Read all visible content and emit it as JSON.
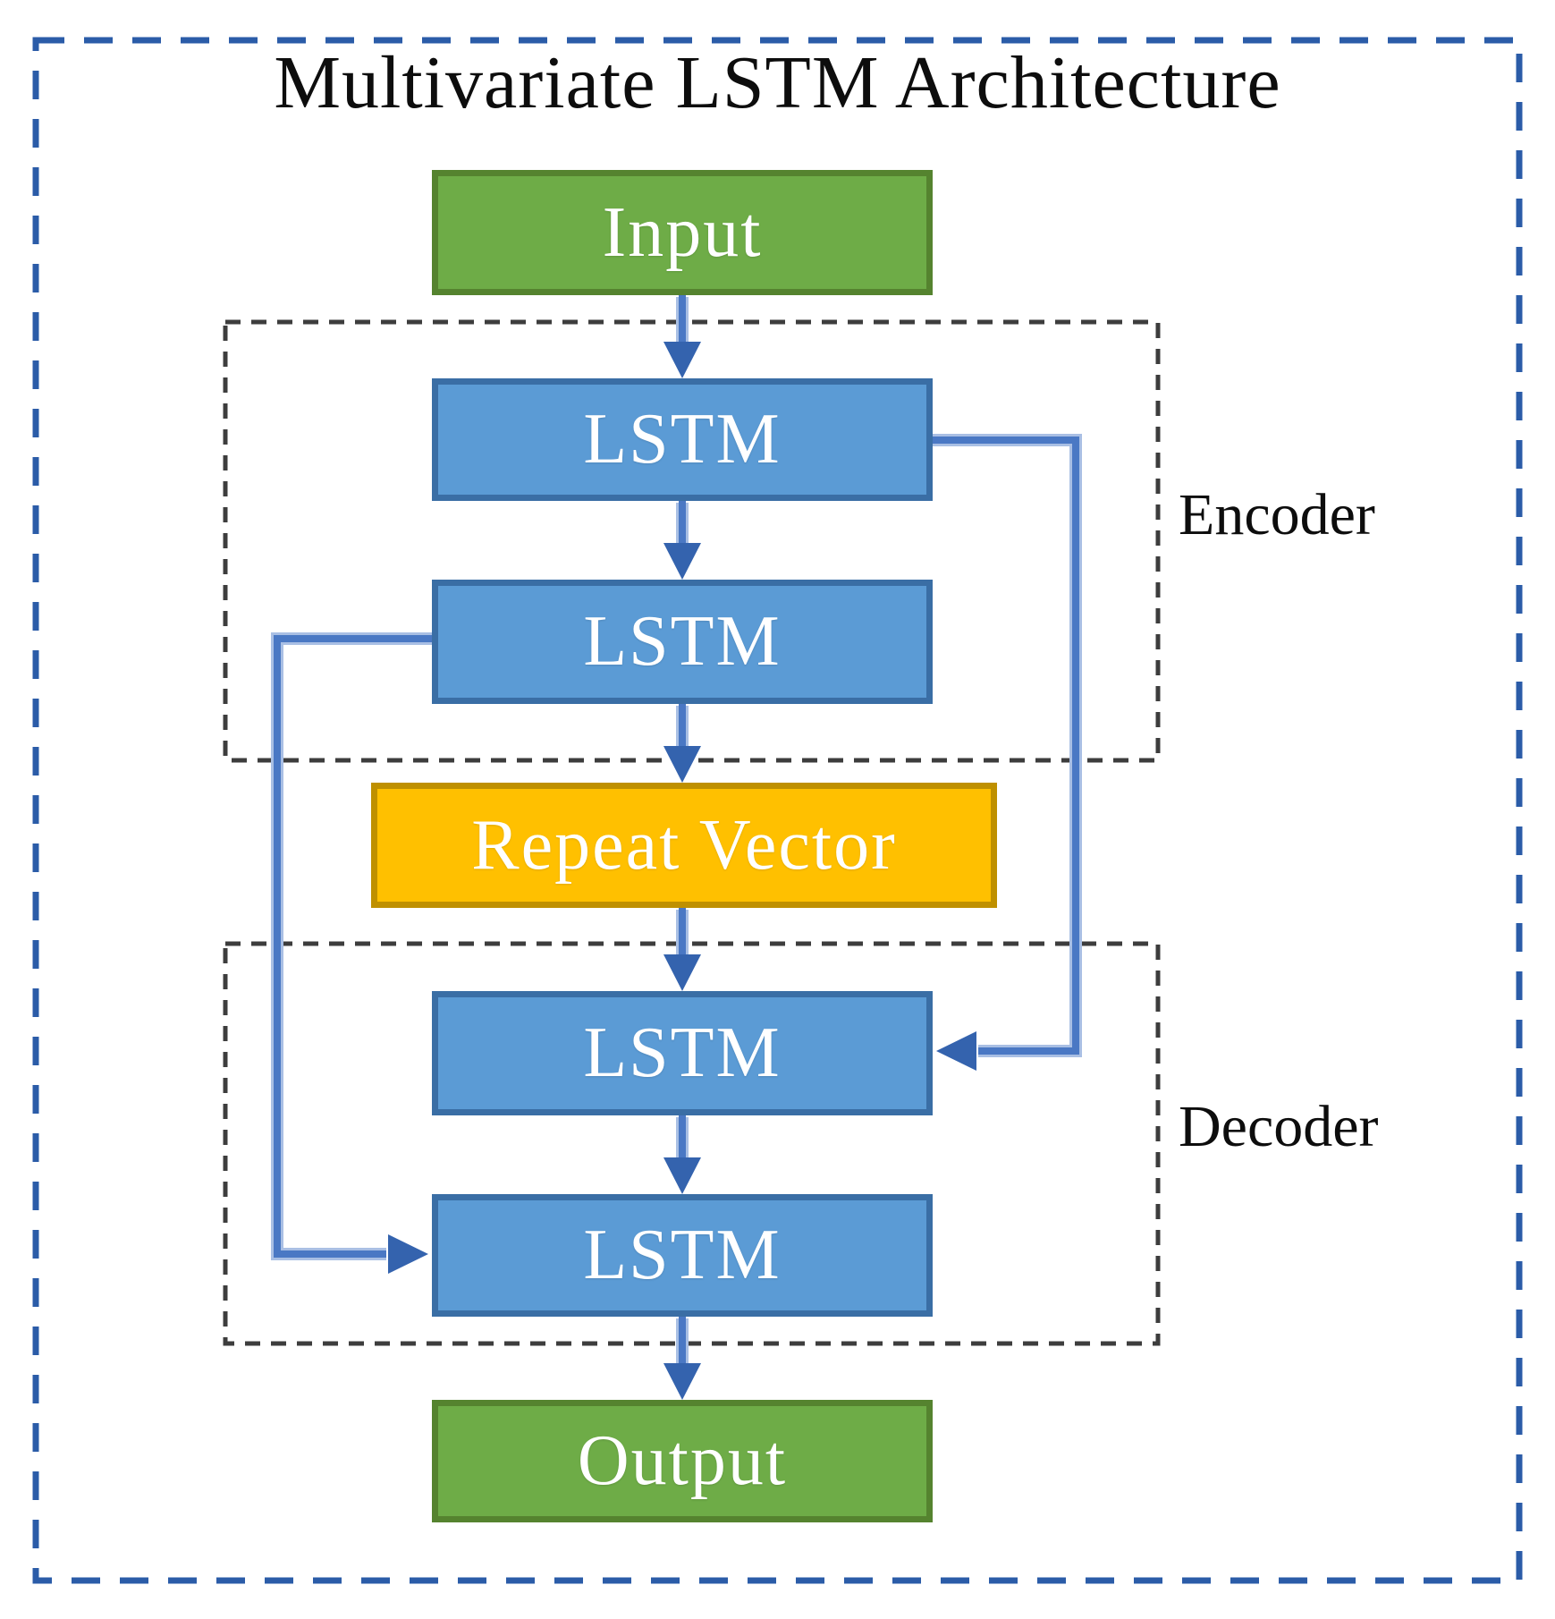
{
  "title": "Multivariate LSTM Architecture",
  "nodes": {
    "input": {
      "label": "Input",
      "type": "input",
      "fill": "#6EAC47",
      "border": "#55832F"
    },
    "encoder_lstm_1": {
      "label": "LSTM",
      "type": "layer",
      "fill": "#5B9BD5",
      "border": "#3A6EA5"
    },
    "encoder_lstm_2": {
      "label": "LSTM",
      "type": "layer",
      "fill": "#5B9BD5",
      "border": "#3A6EA5"
    },
    "repeat_vector": {
      "label": "Repeat Vector",
      "type": "layer",
      "fill": "#FFC000",
      "border": "#BF9000"
    },
    "decoder_lstm_1": {
      "label": "LSTM",
      "type": "layer",
      "fill": "#5B9BD5",
      "border": "#3A6EA5"
    },
    "decoder_lstm_2": {
      "label": "LSTM",
      "type": "layer",
      "fill": "#5B9BD5",
      "border": "#3A6EA5"
    },
    "output": {
      "label": "Output",
      "type": "output",
      "fill": "#6EAC47",
      "border": "#55832F"
    }
  },
  "groups": {
    "encoder": {
      "label": "Encoder"
    },
    "decoder": {
      "label": "Decoder"
    }
  },
  "connections": [
    {
      "from": "input",
      "to": "encoder_lstm_1",
      "route": "straight-down"
    },
    {
      "from": "encoder_lstm_1",
      "to": "encoder_lstm_2",
      "route": "straight-down"
    },
    {
      "from": "encoder_lstm_2",
      "to": "repeat_vector",
      "route": "straight-down"
    },
    {
      "from": "repeat_vector",
      "to": "decoder_lstm_1",
      "route": "straight-down"
    },
    {
      "from": "decoder_lstm_1",
      "to": "decoder_lstm_2",
      "route": "straight-down"
    },
    {
      "from": "decoder_lstm_2",
      "to": "output",
      "route": "straight-down"
    },
    {
      "from": "encoder_lstm_1",
      "to": "decoder_lstm_1",
      "route": "right-side-state"
    },
    {
      "from": "encoder_lstm_2",
      "to": "decoder_lstm_2",
      "route": "left-side-state"
    }
  ],
  "colors": {
    "outer_border": "#2B5CA8",
    "group_border": "#3D3D3D",
    "connector_shaft": "#4A78C4",
    "connector_halo": "#A9BFE4",
    "arrowhead": "#3463AE",
    "node_text": "#FFFFFF",
    "label_text": "#0D0D0D",
    "background": "#FFFFFF"
  }
}
